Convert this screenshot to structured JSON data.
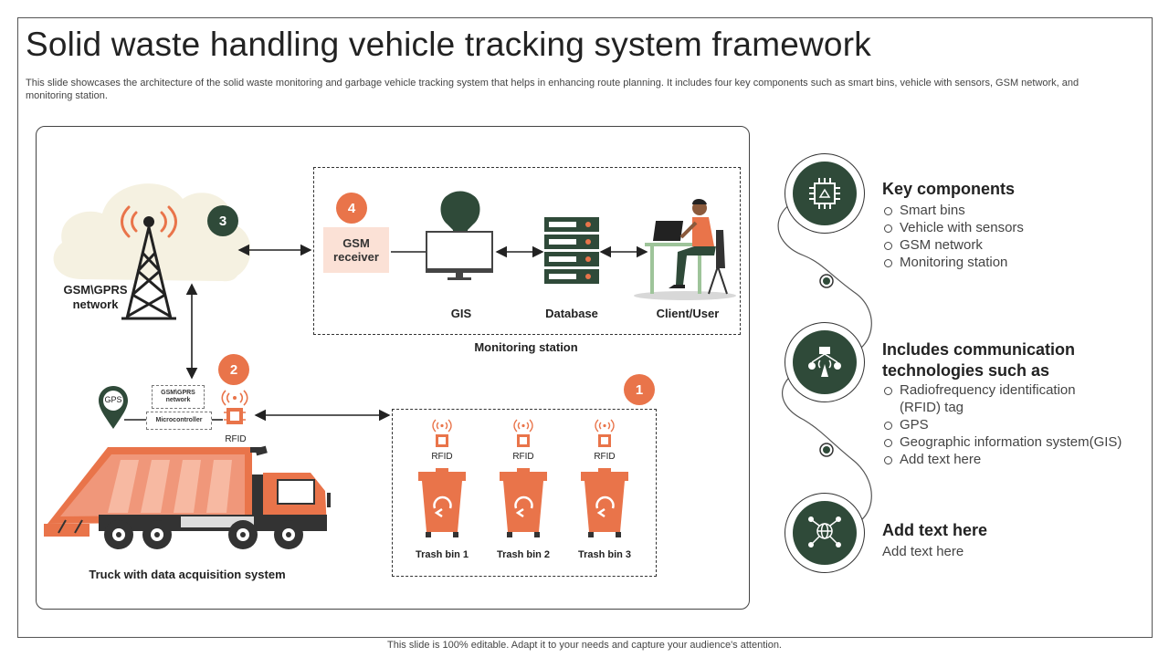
{
  "title": "Solid waste handling vehicle tracking system framework",
  "subtitle": "This slide showcases the architecture of the solid waste monitoring and garbage vehicle tracking system that helps in enhancing route planning. It includes four key components such as smart bins, vehicle with sensors, GSM network, and monitoring station.",
  "footer": "This slide is 100% editable. Adapt it to your needs and capture your audience's attention.",
  "colors": {
    "accent_orange": "#E9744A",
    "dark_green": "#2F4A39",
    "cloud": "#F5F1E1",
    "gsm_box": "#FBE1D6"
  },
  "diagram": {
    "tower_label_1": "GSM\\GPRS",
    "tower_label_2": "network",
    "badges": {
      "one": "1",
      "two": "2",
      "three": "3",
      "four": "4"
    },
    "gsm_receiver_1": "GSM",
    "gsm_receiver_2": "receiver",
    "gis_label": "GIS",
    "database_label": "Database",
    "client_label": "Client/User",
    "monitoring_label": "Monitoring station",
    "gps_label": "GPS",
    "gsm_small_1": "GSM\\GPRS",
    "gsm_small_2": "network",
    "micro_label": "Microcontroller",
    "rfid_label": "RFID",
    "truck_label": "Truck with data acquisition system",
    "bins": [
      {
        "rfid": "RFID",
        "label": "Trash bin 1"
      },
      {
        "rfid": "RFID",
        "label": "Trash bin 2"
      },
      {
        "rfid": "RFID",
        "label": "Trash bin 3"
      }
    ]
  },
  "icons": [
    "cell-tower-icon",
    "monitor-icon",
    "server-rack-icon",
    "person-laptop-icon",
    "gps-pin-icon",
    "chip-icon",
    "trash-bin-icon",
    "recycle-icon",
    "truck-icon",
    "network-icon",
    "globe-network-icon"
  ],
  "sections": [
    {
      "title": "Key components",
      "items": [
        "Smart bins",
        "Vehicle with sensors",
        "GSM network",
        "Monitoring station"
      ]
    },
    {
      "title_1": "Includes communication",
      "title_2": "technologies such as",
      "items": [
        "Radiofrequency identification",
        "(RFID) tag",
        "GPS",
        "Geographic information system(GIS)",
        "Add text here"
      ]
    },
    {
      "title": "Add text here",
      "text": "Add text here"
    }
  ]
}
